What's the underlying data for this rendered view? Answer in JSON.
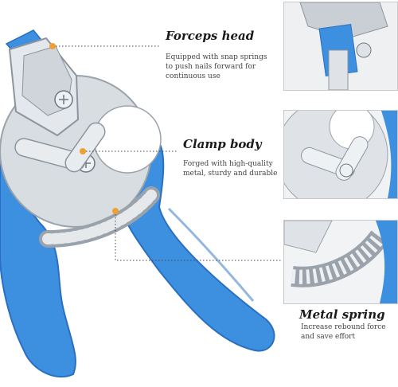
{
  "callouts": [
    {
      "title": "Forceps head",
      "description": "Equipped with snap springs to push nails forward for continuous use"
    },
    {
      "title": "Clamp body",
      "description": "Forged with high-quality metal, sturdy and durable"
    },
    {
      "title": "Metal spring",
      "description": "Increase rebound force and save effort"
    }
  ],
  "colors": {
    "handle": "#3d8fe0",
    "handle_dark": "#2a6fc0",
    "metal": "#d8dde2",
    "marker": "#f0a030"
  }
}
